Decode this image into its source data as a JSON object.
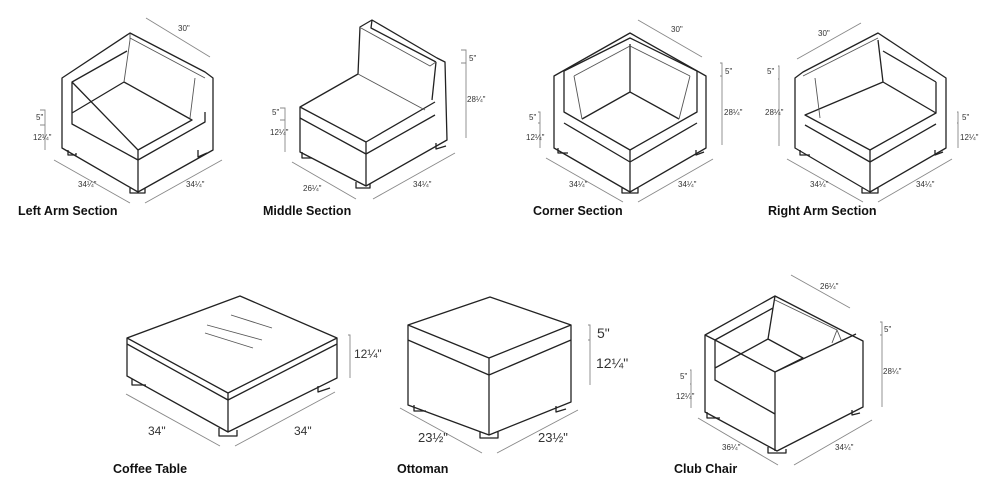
{
  "items": [
    {
      "label": "Left Arm Section",
      "dims": {
        "depth_top": "30\"",
        "cushion": "5\"",
        "seat": "12¼\"",
        "left": "34¼\"",
        "right": "34¼\""
      }
    },
    {
      "label": "Middle Section",
      "dims": {
        "back": "5\"",
        "height": "28¼\"",
        "cushion": "5\"",
        "seat": "12¼\"",
        "left": "26¼\"",
        "right": "34¼\""
      }
    },
    {
      "label": "Corner Section",
      "dims": {
        "depth_top": "30\"",
        "back": "5\"",
        "height": "28¼\"",
        "cushion": "5\"",
        "seat": "12¼\"",
        "left": "34¼\"",
        "right": "34¼\""
      }
    },
    {
      "label": "Right Arm Section",
      "dims": {
        "depth_top": "30\"",
        "back": "5\"",
        "height": "28¼\"",
        "cushion": "5\"",
        "seat": "12¼\"",
        "left": "34¼\"",
        "right": "34¼\""
      }
    },
    {
      "label": "Coffee Table",
      "dims": {
        "height": "12¼\"",
        "left": "34\"",
        "right": "34\""
      }
    },
    {
      "label": "Ottoman",
      "dims": {
        "cushion": "5\"",
        "seat": "12¼\"",
        "left": "23½\"",
        "right": "23½\""
      }
    },
    {
      "label": "Club Chair",
      "dims": {
        "depth_top": "26¼\"",
        "back": "5\"",
        "height": "28¼\"",
        "cushion": "5\"",
        "seat": "12¼\"",
        "left": "36¼\"",
        "right": "34¼\""
      }
    }
  ]
}
